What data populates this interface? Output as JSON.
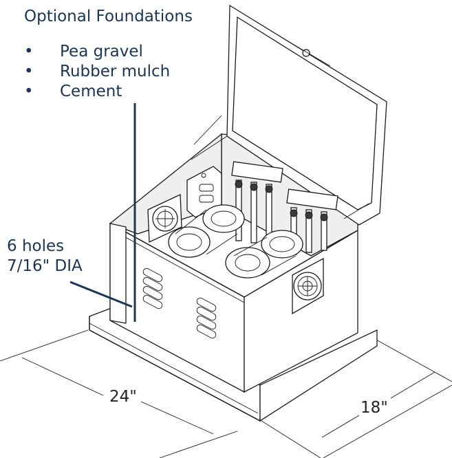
{
  "foundations": {
    "title": "Optional Foundations",
    "bullet_symbol": "•",
    "items": [
      {
        "label": "Pea gravel"
      },
      {
        "label": "Rubber mulch"
      },
      {
        "label": "Cement"
      }
    ]
  },
  "holes": {
    "count_label": "6 holes",
    "size_label": "7/16\" DIA"
  },
  "dimensions": {
    "width_label": "24\"",
    "depth_label": "18\""
  },
  "colors": {
    "callout_text": "#1b3556",
    "line_art": "#1a1a1a",
    "background": "#ffffff"
  }
}
